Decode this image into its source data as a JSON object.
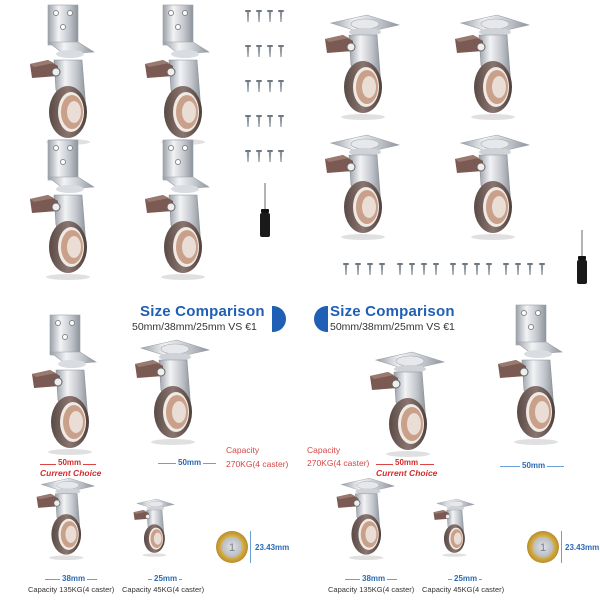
{
  "panels": {
    "top_left": {
      "description": "4 L-bracket swivel casters with brakes, screws, screwdriver",
      "caster_count": 4,
      "screw_count": 20
    },
    "top_right": {
      "description": "4 top-plate swivel casters with brakes, screws, screwdriver",
      "caster_count": 4,
      "screw_count": 16
    },
    "bottom_left": {
      "title": "Size Comparison",
      "subtitle": "50mm/38mm/25mm VS €1",
      "main_dim": "50mm",
      "current_choice": "Current Choice",
      "alt_dim": "50mm",
      "capacity_label": "Capacity",
      "capacity_value": "270KG(4 caster)",
      "small1_dim": "38mm",
      "small1_capacity": "Capacity 135KG(4 caster)",
      "small2_dim": "25mm",
      "small2_capacity": "Capacity 45KG(4 caster)",
      "coin_dim": "23.43mm"
    },
    "bottom_right": {
      "title": "Size Comparison",
      "subtitle": "50mm/38mm/25mm VS €1",
      "main_dim": "50mm",
      "current_choice": "Current Choice",
      "alt_dim": "50mm",
      "capacity_label": "Capacity",
      "capacity_value": "270KG(4 caster)",
      "small1_dim": "38mm",
      "small1_capacity": "Capacity 135KG(4 caster)",
      "small2_dim": "25mm",
      "small2_capacity": "Capacity 45KG(4 caster)",
      "coin_dim": "23.43mm"
    }
  },
  "colors": {
    "accent_blue": "#1f5fb5",
    "highlight_red": "#d42b2b",
    "wheel_brown": "#6e5a55",
    "brake_brown": "#7a5a52",
    "chrome": "#c9ccd2"
  }
}
